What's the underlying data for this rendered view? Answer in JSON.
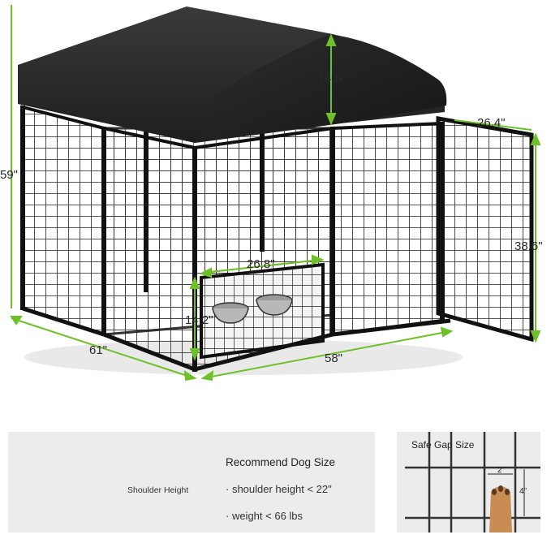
{
  "dimensions": {
    "height_total": "59\"",
    "roof_height": "14.5\"",
    "door_width": "26.4\"",
    "door_height": "38.6\"",
    "feeder_width": "26.8\"",
    "feeder_height": "14.2\"",
    "depth": "61\"",
    "width": "58\""
  },
  "recommend": {
    "title": "Recommend Dog Size",
    "shoulder_label": "Shoulder Height",
    "lines": [
      "· shoulder height < 22\"",
      "· weight  < 66 lbs"
    ]
  },
  "safe_gap": {
    "title": "Safe Gap Size",
    "width": "2\"",
    "height": "4\""
  },
  "colors": {
    "accent": "#6fbf2a",
    "frame": "#1a1a1a",
    "roof": "#2b2b2b",
    "panel_bg": "#ececec"
  }
}
